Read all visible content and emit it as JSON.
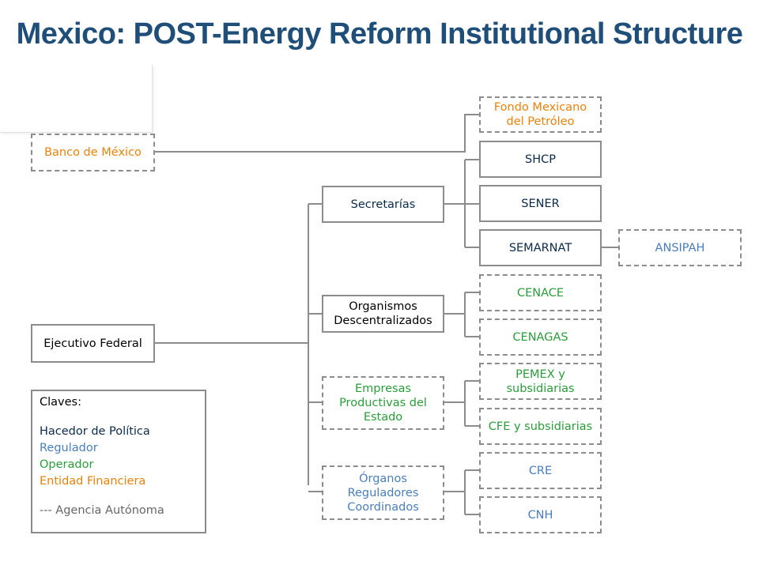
{
  "title": "Mexico: POST-Energy Reform Institutional Structure",
  "colors": {
    "policy_maker": "#0a2a4a",
    "regulator": "#4a7eba",
    "operator": "#2a9d3a",
    "financial_entity": "#e8820a",
    "connector": "#8c8c8c"
  },
  "nodes": {
    "banco_de_mexico": "Banco de México",
    "ejecutivo_federal": "Ejecutivo Federal",
    "secretarias": "Secretarías",
    "organismos_descentralizados": "Organismos\nDescentralizados",
    "empresas_productivas": "Empresas\nProductivas del\nEstado",
    "organos_reguladores": "Órganos\nReguladores\nCoordinados",
    "fondo_mexicano": "Fondo Mexicano\ndel Petróleo",
    "shcp": "SHCP",
    "sener": "SENER",
    "semarnat": "SEMARNAT",
    "ansipah": "ANSIPAH",
    "cenace": "CENACE",
    "cenagas": "CENAGAS",
    "pemex": "PEMEX y\nsubsidiarias",
    "cfe": "CFE y subsidiarias",
    "cre": "CRE",
    "cnh": "CNH"
  },
  "legend": {
    "heading": "Claves:",
    "policy_maker": "Hacedor de Política",
    "regulator": "Regulador",
    "operator": "Operador",
    "financial_entity": "Entidad Financiera",
    "autonomous_agency": "--- Agencia Autónoma"
  }
}
